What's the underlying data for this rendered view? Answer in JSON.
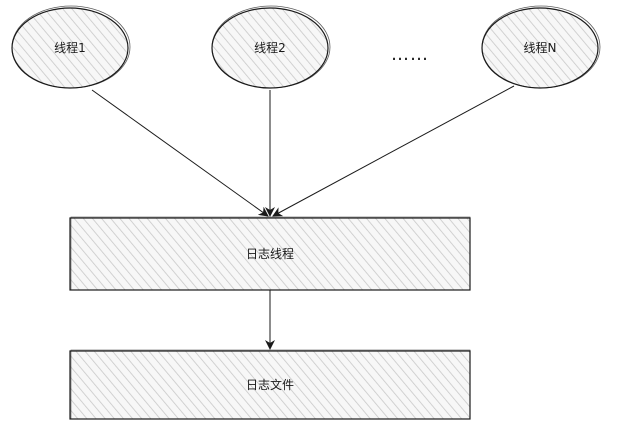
{
  "nodes": {
    "thread1": "线程1",
    "thread2": "线程2",
    "ellipsis": "……",
    "threadN": "线程N",
    "log_thread": "日志线程",
    "log_file": "日志文件"
  },
  "colors": {
    "stroke": "#1a1a1a",
    "hatch": "#c8c8c8",
    "fill": "#f7f7f7"
  }
}
